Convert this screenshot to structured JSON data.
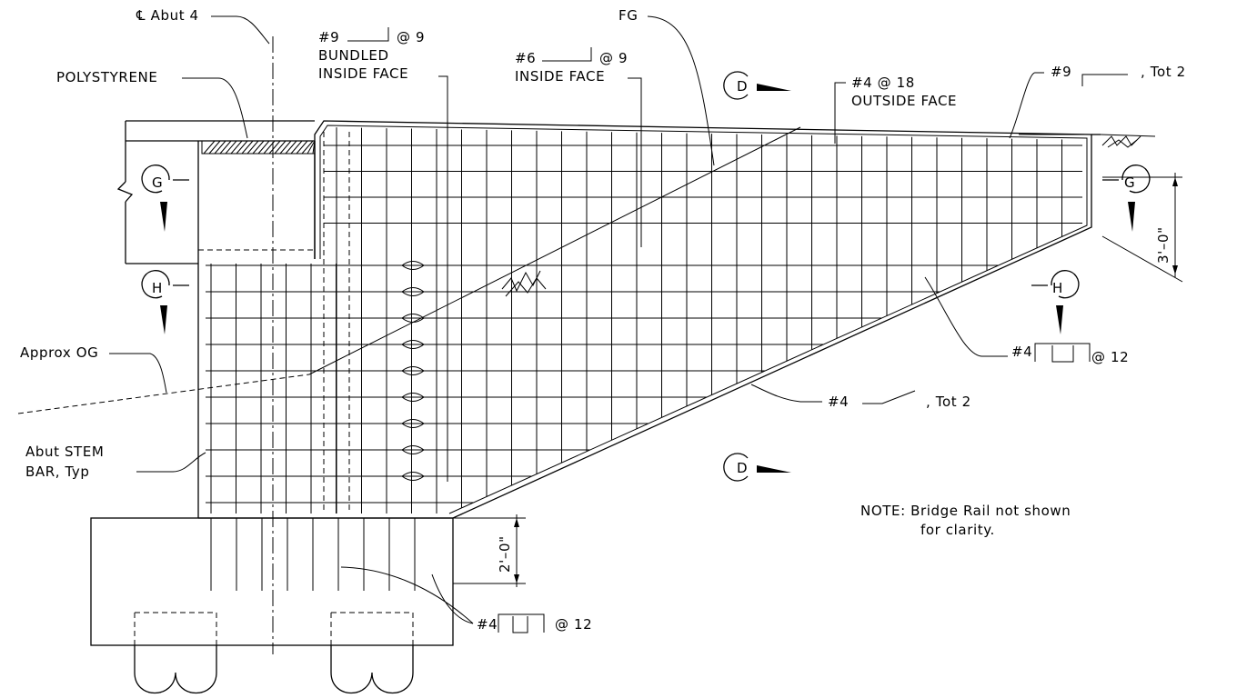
{
  "drawing": {
    "labels": {
      "cl_abut": "℄ Abut 4",
      "polystyrene": "POLYSTYRENE",
      "bar9_mark": "#9",
      "bar9_spacing": "@ 9",
      "bundled": "BUNDLED",
      "inside_face_1": "INSIDE FACE",
      "bar6_mark": "#6",
      "bar6_spacing": "@ 9",
      "inside_face_2": "INSIDE FACE",
      "fg": "FG",
      "bar4_18": "#4 @ 18",
      "outside_face": "OUTSIDE FACE",
      "bar9_top_mark": "#9",
      "bar9_top_tot": ", Tot 2",
      "approx_og": "Approx OG",
      "abut_stem_1": "Abut STEM",
      "abut_stem_2": "BAR, Typ",
      "bar4_stirrup_mark": "#4",
      "bar4_stirrup_spacing": "@ 12",
      "bar4_diag_mark": "#4",
      "bar4_diag_tot": ", Tot 2",
      "bar4_footing_mark": "#4",
      "bar4_footing_spacing": "@ 12",
      "dim_3ft": "3'–0\"",
      "dim_2ft": "2'–0\"",
      "note_1": "NOTE: Bridge Rail not shown",
      "note_2": "for clarity."
    },
    "section_marks": {
      "g_left": "G",
      "g_right": "G",
      "h_left": "H",
      "h_right": "H",
      "d_top": "D",
      "d_bottom": "D"
    }
  }
}
